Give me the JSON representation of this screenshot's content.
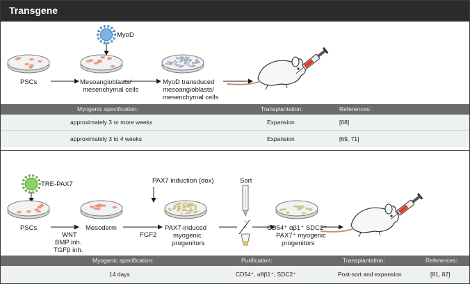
{
  "title": "Transgene",
  "panel1": {
    "virus_label": "MyoD",
    "labels": {
      "pscs": "PSCs",
      "meso_line1": "Mesoangioblasts/",
      "meso_line2": "mesenchymal cells",
      "transduced_line1": "MyoD transduced",
      "transduced_line2": "mesoangioblasts/",
      "transduced_line3": "mesenchymal cells"
    },
    "table": {
      "headers": [
        "Myogenic specification:",
        "Transplantation:",
        "References:"
      ],
      "rows": [
        [
          "approximately 3 or more weeks",
          "Expansion",
          "[68]"
        ],
        [
          "approximately 3 to 4 weeks",
          "Expansion",
          "[69, 71]"
        ]
      ]
    }
  },
  "panel2": {
    "virus_label": "TRE-PAX7",
    "induction_label": "PAX7 induction (dox)",
    "sort_label": "Sort",
    "labels": {
      "pscs": "PSCs",
      "wnt": "WNT",
      "bmp": "BMP inh.",
      "tgf": "TGFβ inh.",
      "mesoderm": "Mesoderm",
      "fgf2": "FGF2",
      "induced_line1": "PAX7-induced",
      "induced_line2": "myogenic",
      "induced_line3": "progenitors",
      "sorted_line1": "CD54⁺ αβ1⁺ SDC2⁺",
      "sorted_line2": "PAX7⁺ myogenic",
      "sorted_line3": "progenitors"
    },
    "table": {
      "headers": [
        "Myogenic specification:",
        "Purification:",
        "Transplantation:",
        "References:"
      ],
      "rows": [
        [
          "14 days",
          "CD54⁺, α9β1⁺, SDC2⁺",
          "Post-sort and expansion",
          "[81, 82]"
        ]
      ]
    }
  },
  "colors": {
    "header_bar": "#2b2b2b",
    "table_header": "#6b6b6b",
    "table_body": "#eef2ee",
    "cells_pink": "#e8957a",
    "cells_blue": "#9fb0c8",
    "cells_green": "#c9c38a",
    "virus_blue": "#7fb4e0",
    "virus_green": "#8fcf6a",
    "syringe_red": "#d9412f"
  }
}
